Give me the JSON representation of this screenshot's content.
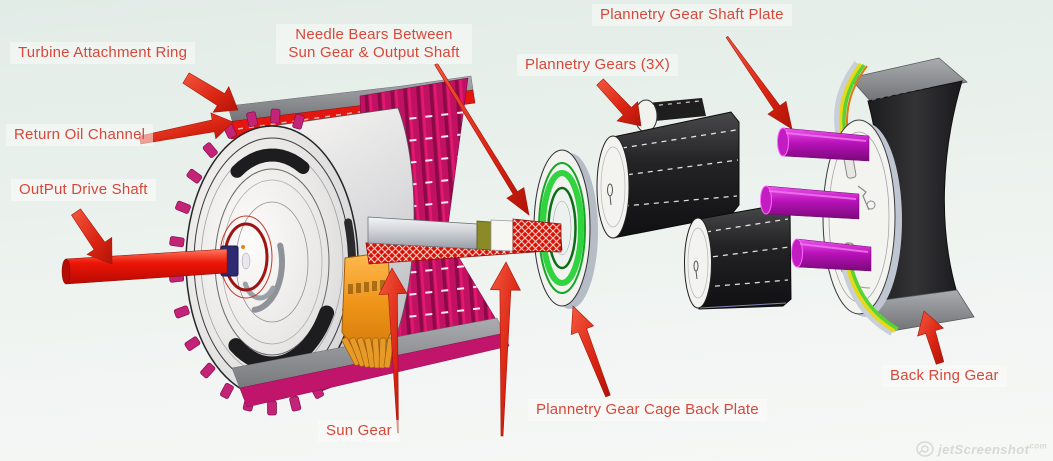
{
  "annotations": [
    {
      "id": "turbine-attachment-ring",
      "lines": [
        "Turbine Attachment Ring"
      ]
    },
    {
      "id": "needle-bears",
      "lines": [
        "Needle Bears Between",
        "Sun Gear & Output Shaft"
      ]
    },
    {
      "id": "plannetry-gear-shaft-plate",
      "lines": [
        "Plannetry Gear Shaft Plate"
      ]
    },
    {
      "id": "plannetry-gears-3x",
      "lines": [
        "Plannetry Gears (3X)"
      ]
    },
    {
      "id": "return-oil-channel",
      "lines": [
        "Return Oil Channel"
      ]
    },
    {
      "id": "output-drive-shaft",
      "lines": [
        "OutPut Drive Shaft"
      ]
    },
    {
      "id": "sun-gear",
      "lines": [
        "Sun Gear"
      ]
    },
    {
      "id": "plannetry-gear-cage-back-plate",
      "lines": [
        "Plannetry Gear Cage Back Plate"
      ]
    },
    {
      "id": "back-ring-gear",
      "lines": [
        "Back Ring Gear"
      ]
    }
  ],
  "watermark": {
    "icon": "jetscreenshot-logo-icon",
    "text": "jetScreenshot",
    "suffix": "com"
  },
  "colors": {
    "label_text": "#d7483a",
    "arrow_red": "#d92412",
    "fin_magenta": "#c11162",
    "drum_white": "#f3f2ef",
    "gear_black": "#232325",
    "pin_purple": "#b912b9",
    "cage_green": "#31d33f",
    "shaft_red": "#ec1507",
    "sun_gear_orange": "#ef9318",
    "ring_gray": "#88898d",
    "background_top": "#e2ece7",
    "background_bottom": "#f6f8f6"
  }
}
